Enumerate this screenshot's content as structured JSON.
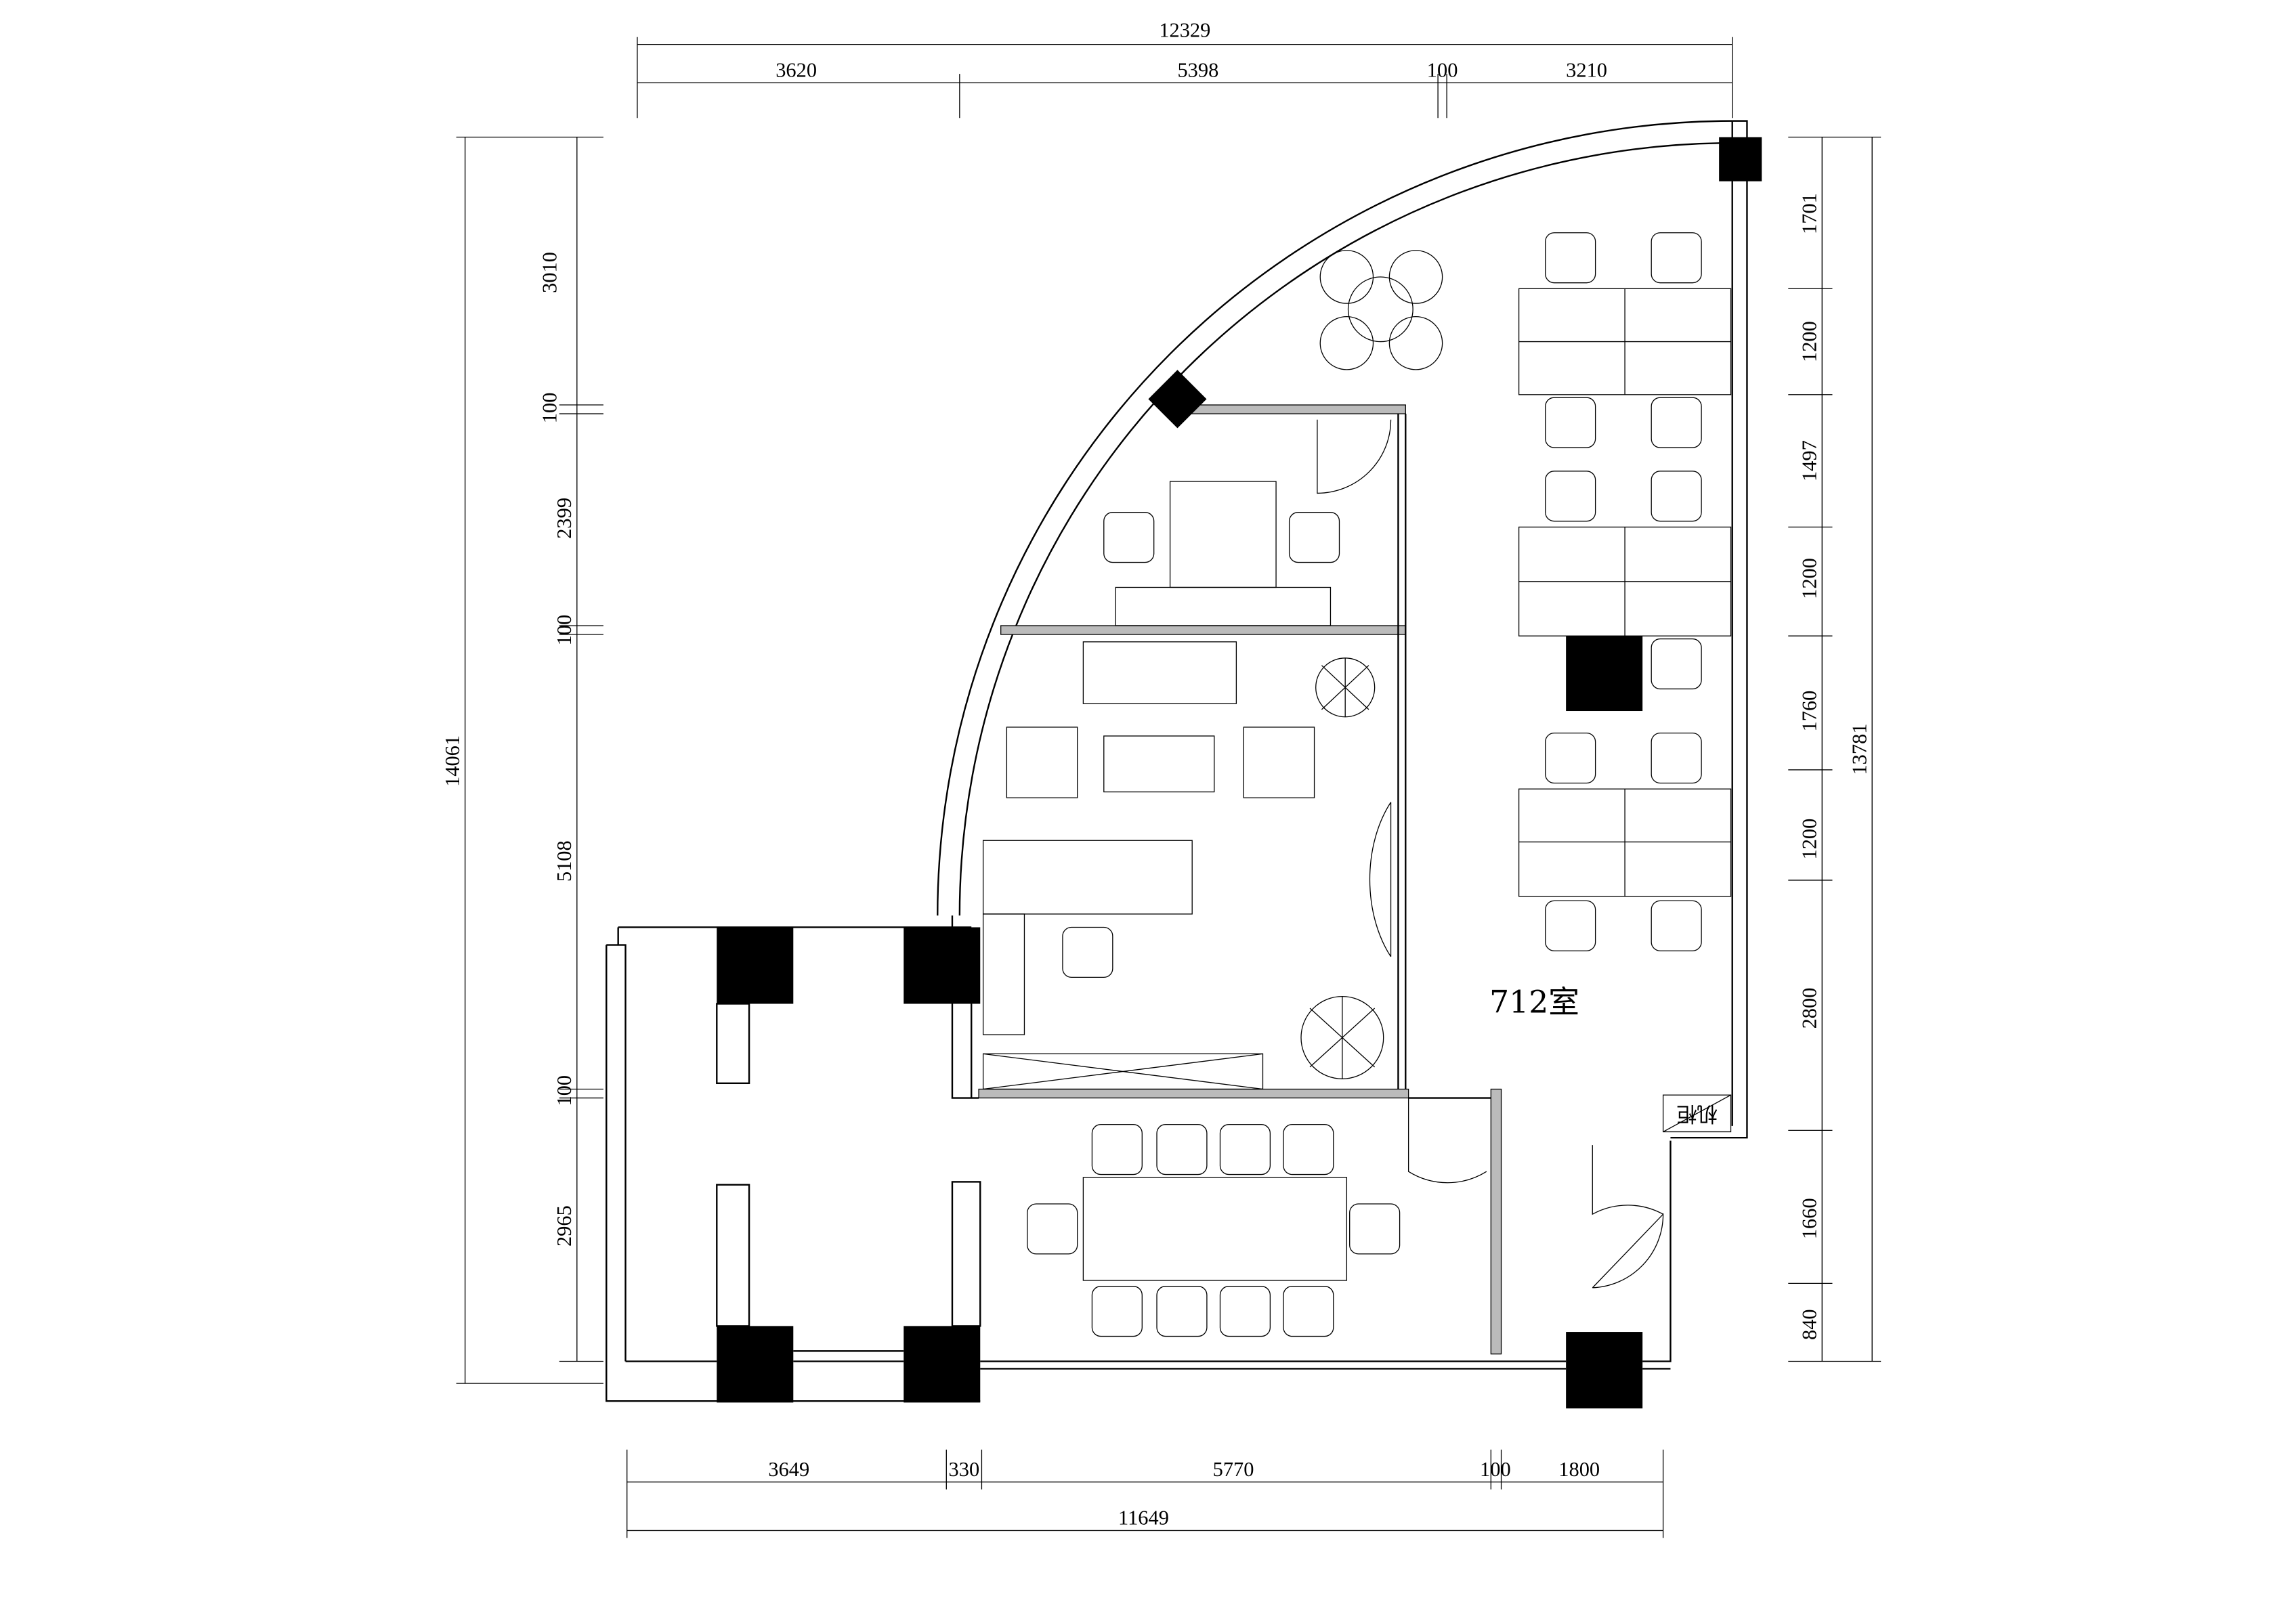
{
  "room_label": "712室",
  "cabinet_label": "机柜",
  "dimensions": {
    "top_total": "12329",
    "top": [
      "3620",
      "5398",
      "100",
      "3210"
    ],
    "left_total": "14061",
    "left": [
      "3010",
      "100",
      "2399",
      "100",
      "5108",
      "100",
      "2965"
    ],
    "right_total": "13781",
    "right": [
      "1701",
      "1200",
      "1497",
      "1200",
      "1760",
      "1200",
      "2800",
      "1660",
      "840"
    ],
    "bottom_total": "11649",
    "bottom": [
      "3649",
      "330",
      "5770",
      "100",
      "1800"
    ]
  }
}
